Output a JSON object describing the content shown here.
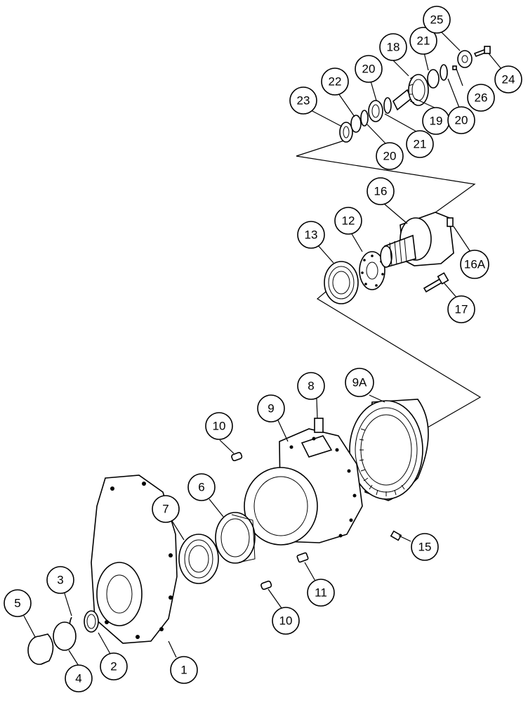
{
  "callouts": [
    {
      "id": "c1",
      "label": "1"
    },
    {
      "id": "c2",
      "label": "2"
    },
    {
      "id": "c3",
      "label": "3"
    },
    {
      "id": "c4",
      "label": "4"
    },
    {
      "id": "c5",
      "label": "5"
    },
    {
      "id": "c6",
      "label": "6"
    },
    {
      "id": "c7",
      "label": "7"
    },
    {
      "id": "c8",
      "label": "8"
    },
    {
      "id": "c9",
      "label": "9"
    },
    {
      "id": "c9a",
      "label": "9A"
    },
    {
      "id": "c10a",
      "label": "10"
    },
    {
      "id": "c10b",
      "label": "10"
    },
    {
      "id": "c11",
      "label": "11"
    },
    {
      "id": "c12",
      "label": "12"
    },
    {
      "id": "c13",
      "label": "13"
    },
    {
      "id": "c15",
      "label": "15"
    },
    {
      "id": "c16",
      "label": "16"
    },
    {
      "id": "c16a",
      "label": "16A"
    },
    {
      "id": "c17",
      "label": "17"
    },
    {
      "id": "c18",
      "label": "18"
    },
    {
      "id": "c19",
      "label": "19"
    },
    {
      "id": "c20a",
      "label": "20"
    },
    {
      "id": "c20b",
      "label": "20"
    },
    {
      "id": "c20c",
      "label": "20"
    },
    {
      "id": "c21a",
      "label": "21"
    },
    {
      "id": "c21b",
      "label": "21"
    },
    {
      "id": "c22",
      "label": "22"
    },
    {
      "id": "c23",
      "label": "23"
    },
    {
      "id": "c24",
      "label": "24"
    },
    {
      "id": "c25",
      "label": "25"
    },
    {
      "id": "c26",
      "label": "26"
    }
  ]
}
